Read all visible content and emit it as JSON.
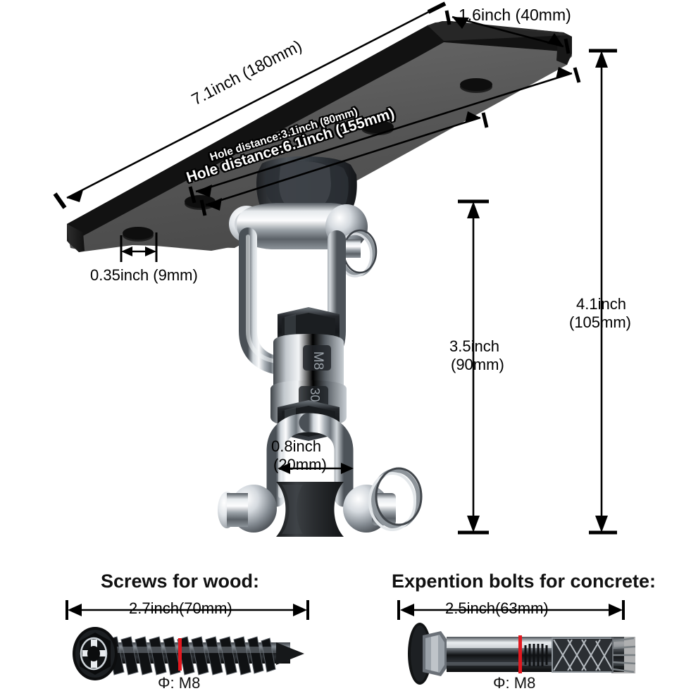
{
  "product": {
    "type": "swing-hanger-mounting-bracket-dimension-diagram",
    "background": "#ffffff"
  },
  "dimensions": {
    "plate_length": "7.1inch (180mm)",
    "plate_width": "1.6inch (40mm)",
    "hole_distance_long": "Hole distance:6.1inch (155mm)",
    "hole_distance_short": "Hole distance:3.1inch (80mm)",
    "hole_diameter": "0.35inch (9mm)",
    "swivel_width": "0.8inch",
    "swivel_width_mm": "(20mm)",
    "height_mid": "3.5inch",
    "height_mid_mm": "(90mm)",
    "height_total": "4.1inch",
    "height_total_mm": "(105mm)"
  },
  "hardware": {
    "wood": {
      "heading": "Screws for wood:",
      "length": "2.7inch(70mm)",
      "thread": "Φ: M8"
    },
    "concrete": {
      "heading": "Expention bolts for concrete:",
      "length": "2.5inch(63mm)",
      "thread": "Φ: M8"
    }
  },
  "colors": {
    "plate_top": "#5a5a5a",
    "plate_edge": "#161616",
    "chrome_light": "#f0f2f4",
    "chrome_mid": "#9aa0a6",
    "chrome_dark": "#3b4046",
    "rubber": "#2a2a2c",
    "accent_red": "#e3181f",
    "line": "#000000",
    "label_text": "#ffffff"
  }
}
